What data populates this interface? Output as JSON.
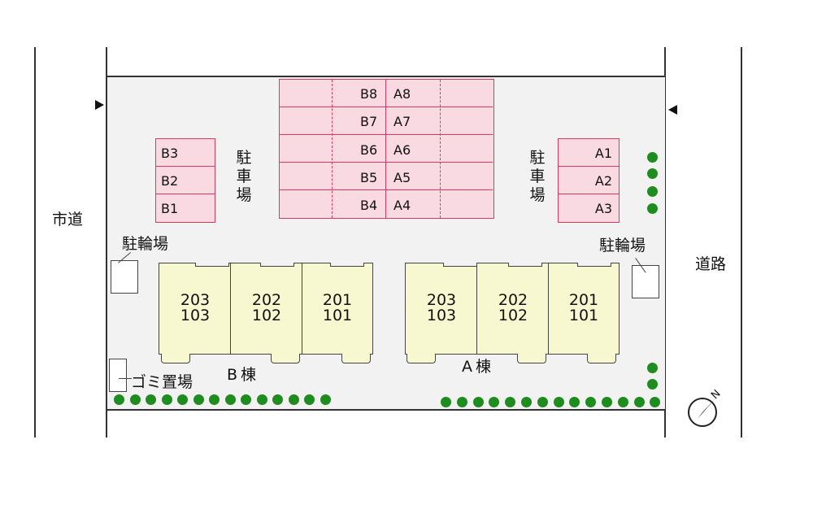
{
  "roads": {
    "left": "市道",
    "right": "道路"
  },
  "parking": {
    "label": "駐車場",
    "center_rows": [
      {
        "b": "B8",
        "a": "A8"
      },
      {
        "b": "B7",
        "a": "A7"
      },
      {
        "b": "B6",
        "a": "A6"
      },
      {
        "b": "B5",
        "a": "A5"
      },
      {
        "b": "B4",
        "a": "A4"
      }
    ],
    "left_spots": [
      "B3",
      "B2",
      "B1"
    ],
    "right_spots": [
      "A1",
      "A2",
      "A3"
    ]
  },
  "bicycle": {
    "left": "駐輪場",
    "right": "駐輪場"
  },
  "garbage": "ゴミ置場",
  "buildings": {
    "b": {
      "name": "B棟",
      "units": [
        {
          "top": "203",
          "bottom": "103"
        },
        {
          "top": "202",
          "bottom": "102"
        },
        {
          "top": "201",
          "bottom": "101"
        }
      ]
    },
    "a": {
      "name": "A棟",
      "units": [
        {
          "top": "203",
          "bottom": "103"
        },
        {
          "top": "202",
          "bottom": "102"
        },
        {
          "top": "201",
          "bottom": "101"
        }
      ]
    }
  },
  "compass": {
    "letter": "N",
    "icon": "compass-north-icon"
  },
  "colors": {
    "parking_fill": "#f9d9e2",
    "parking_border": "#d63a5e",
    "unit_fill": "#f8f8d0",
    "tree": "#1e8c1e",
    "lot": "#f2f2f2"
  }
}
